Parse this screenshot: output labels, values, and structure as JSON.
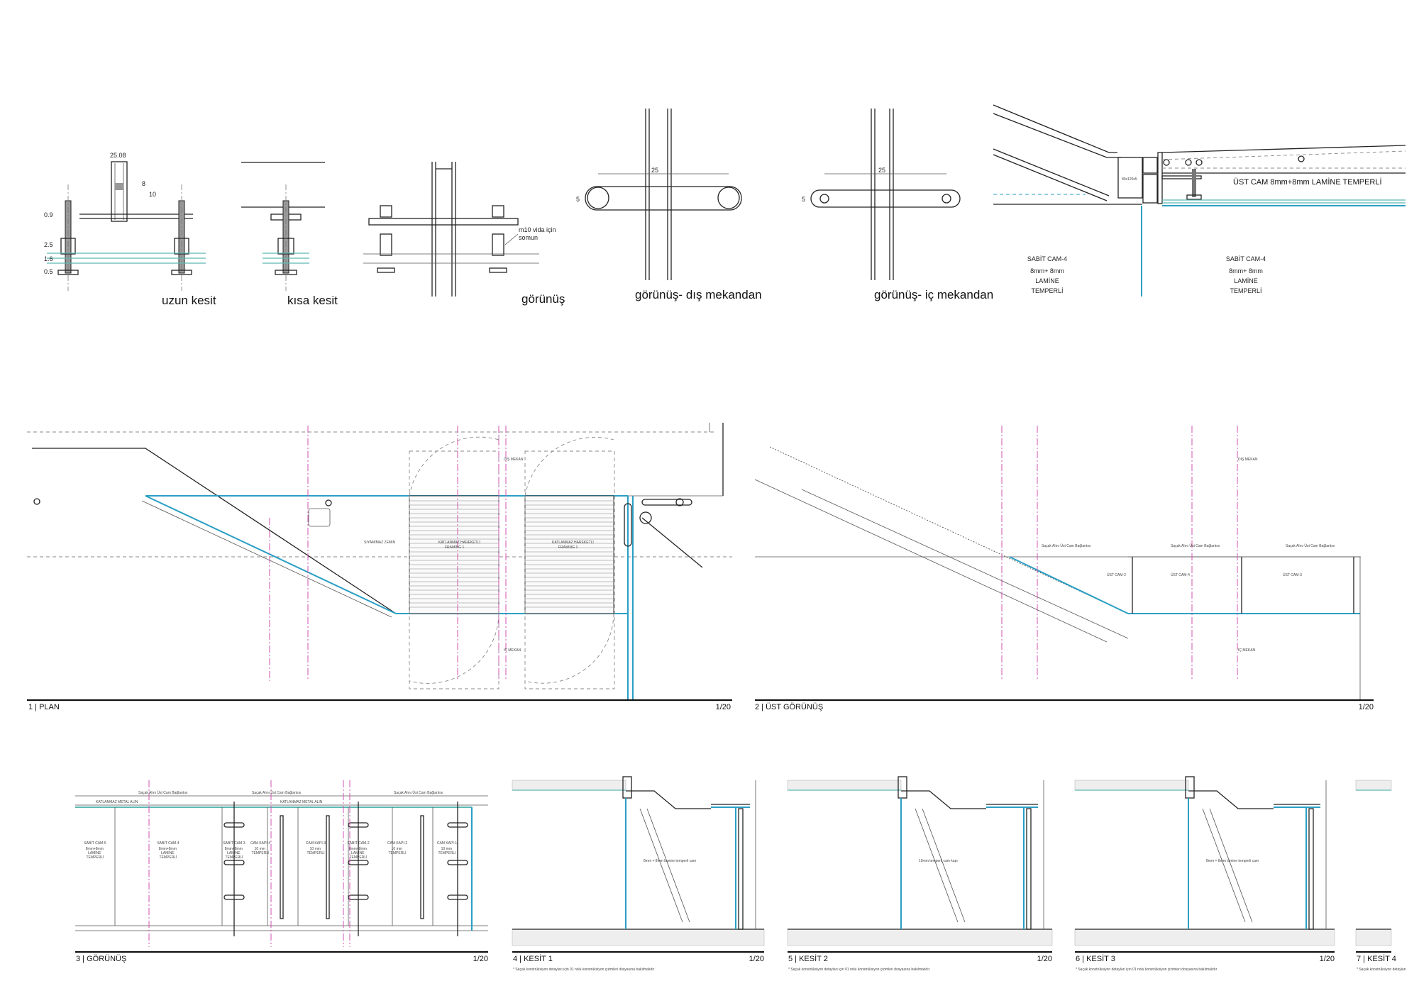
{
  "colors": {
    "glass": "#2a9fc4",
    "glass_light": "#5cb8b2",
    "axis": "#d050b0",
    "line": "#222222"
  },
  "details": {
    "uzun_kesit": {
      "label": "uzun kesit",
      "dim_top": "25.08",
      "dim_side": "10",
      "dim_v": "8",
      "dim_a": "0.9",
      "dim_b": "2.5",
      "dim_c": "1.6",
      "dim_d": "0.5"
    },
    "kisa_kesit": {
      "label": "kısa kesit"
    },
    "gorunus": {
      "label": "görünüş",
      "note": "m10 vida için",
      "note2": "somun"
    },
    "dis_mekandan": {
      "label": "görünüş- dış mekandan",
      "dim_w": "25",
      "dim_h": "5"
    },
    "ic_mekandan": {
      "label": "görünüş- iç mekandan",
      "dim_w": "25",
      "dim_h": "5"
    },
    "ust_cam": {
      "profile": "80x120x5",
      "top_glass": "ÜST CAM   8mm+8mm LAMİNE TEMPERLİ",
      "left_glass": [
        "SABİT CAM-4",
        "8mm+ 8mm",
        "LAMİNE",
        "TEMPERLİ"
      ],
      "right_glass": [
        "SABİT CAM-4",
        "8mm+ 8mm",
        "LAMİNE",
        "TEMPERLİ"
      ]
    }
  },
  "plan": {
    "title": "1 | PLAN",
    "scale": "1/20",
    "outside": "DIŞ MEKAN",
    "inside": "İÇ MEKAN",
    "door_label": "KATLANMAZ HAREKETLİ",
    "door_sub": "FRAMING 1",
    "fixed_label": "SIYAMIMAZ ZEMIN"
  },
  "ust_gorunus": {
    "title": "2 | ÜST GÖRÜNÜŞ",
    "scale": "1/20",
    "outside": "DIŞ MEKAN",
    "inside": "İÇ MEKAN",
    "connection": "Saçak Alını Üst Cam Bağlantısı",
    "glass": [
      "ÜST CAM-4",
      "ÜST CAM-3",
      "ÜST CAM-2"
    ]
  },
  "gorunus_elev": {
    "title": "3 | GÖRÜNÜŞ",
    "scale": "1/20",
    "fascia": "KATLANMAZ METAL ALIN",
    "connection": "Saçak Alını Üst Cam Bağlantısı",
    "panels": [
      {
        "name": "SABİT CAM-5",
        "spec": "8mm+8mm LAMİNE TEMPERLİ"
      },
      {
        "name": "SABİT CAM-4",
        "spec": "8mm+8mm LAMİNE TEMPERLİ"
      },
      {
        "name": "SABİT CAM-3",
        "spec": "8mm+8mm LAMİNE TEMPERLİ"
      },
      {
        "name": "CAM KAPI-4",
        "spec": "10 mm TEMPERLİ"
      },
      {
        "name": "CAM KAPI-3",
        "spec": "10 mm TEMPERLİ"
      },
      {
        "name": "SABİT CAM-2",
        "spec": "8mm+8mm LAMİNE TEMPERLİ"
      },
      {
        "name": "CAM KAPI-2",
        "spec": "10 mm TEMPERLİ"
      },
      {
        "name": "CAM KAPI-1",
        "spec": "10 mm TEMPERLİ"
      }
    ]
  },
  "sections": [
    {
      "title": "4 | KESİT 1",
      "scale": "1/20",
      "note": "* Saçak konstrüksiyon detayları için 01 nolu konstrüksiyon çizimleri dosyasına bakılmalıdır",
      "glass": "8mm + 8mm lamine temperli cam"
    },
    {
      "title": "5 | KESİT 2",
      "scale": "1/20",
      "note": "* Saçak konstrüksiyon detayları için 01 nolu konstrüksiyon çizimleri dosyasına bakılmalıdır",
      "glass": "10mm temperli cam kapı"
    },
    {
      "title": "6 | KESİT 3",
      "scale": "1/20",
      "note": "* Saçak konstrüksiyon detayları için 01 nolu konstrüksiyon çizimleri dosyasına bakılmalıdır",
      "glass": "8mm + 8mm lamine temperli cam"
    },
    {
      "title": "7 | KESİT 4",
      "note": "* Saçak konstrüksiyon detayları"
    }
  ]
}
